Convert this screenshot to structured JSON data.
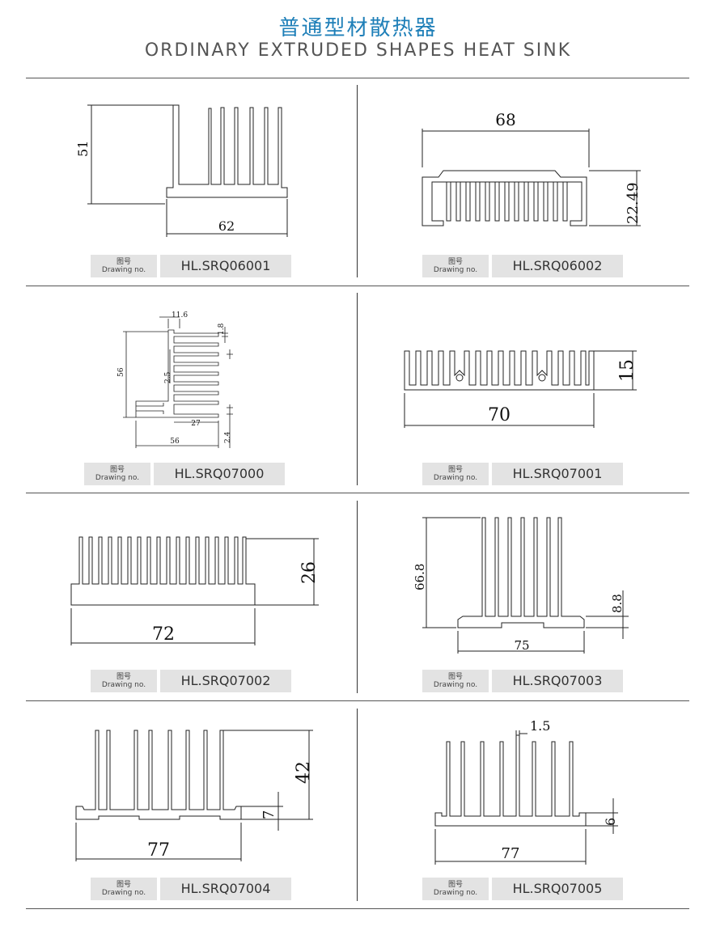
{
  "title_cn": "普通型材散热器",
  "title_en": "ORDINARY EXTRUDED SHAPES HEAT SINK",
  "drawing_label_cn": "图号",
  "drawing_label_en": "Drawing no.",
  "items": [
    {
      "code": "HL.SRQ06001",
      "dims": [
        "51",
        "62"
      ]
    },
    {
      "code": "HL.SRQ06002",
      "dims": [
        "68",
        "22.49"
      ]
    },
    {
      "code": "HL.SRQ07000",
      "dims": [
        "11.6",
        "1.8",
        "56",
        "2.5",
        "27",
        "56",
        "2.4"
      ]
    },
    {
      "code": "HL.SRQ07001",
      "dims": [
        "15",
        "70"
      ]
    },
    {
      "code": "HL.SRQ07002",
      "dims": [
        "26",
        "72"
      ]
    },
    {
      "code": "HL.SRQ07003",
      "dims": [
        "66.8",
        "8.8",
        "75"
      ]
    },
    {
      "code": "HL.SRQ07004",
      "dims": [
        "42",
        "7",
        "77"
      ]
    },
    {
      "code": "HL.SRQ07005",
      "dims": [
        "1.5",
        "6",
        "77"
      ]
    }
  ]
}
